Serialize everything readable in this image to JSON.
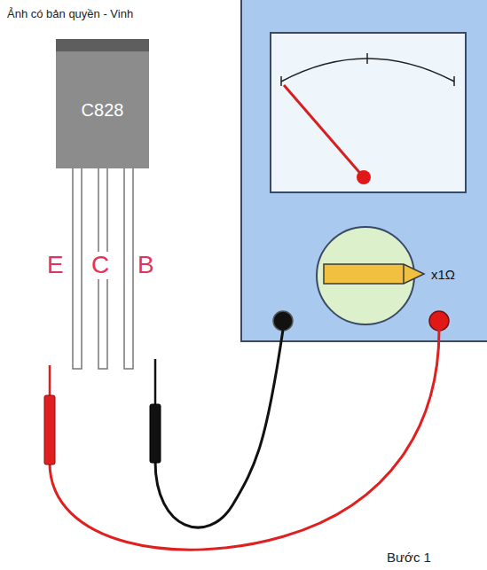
{
  "diagram": {
    "nodes": [
      {
        "text": [
          "C828"
        ]
      },
      {
        "text": [
          "x1Ω"
        ]
      }
    ],
    "labels": [
      "Ảnh có bản quyền - Vinh",
      "E",
      "C",
      "B",
      "Bước 1"
    ]
  }
}
